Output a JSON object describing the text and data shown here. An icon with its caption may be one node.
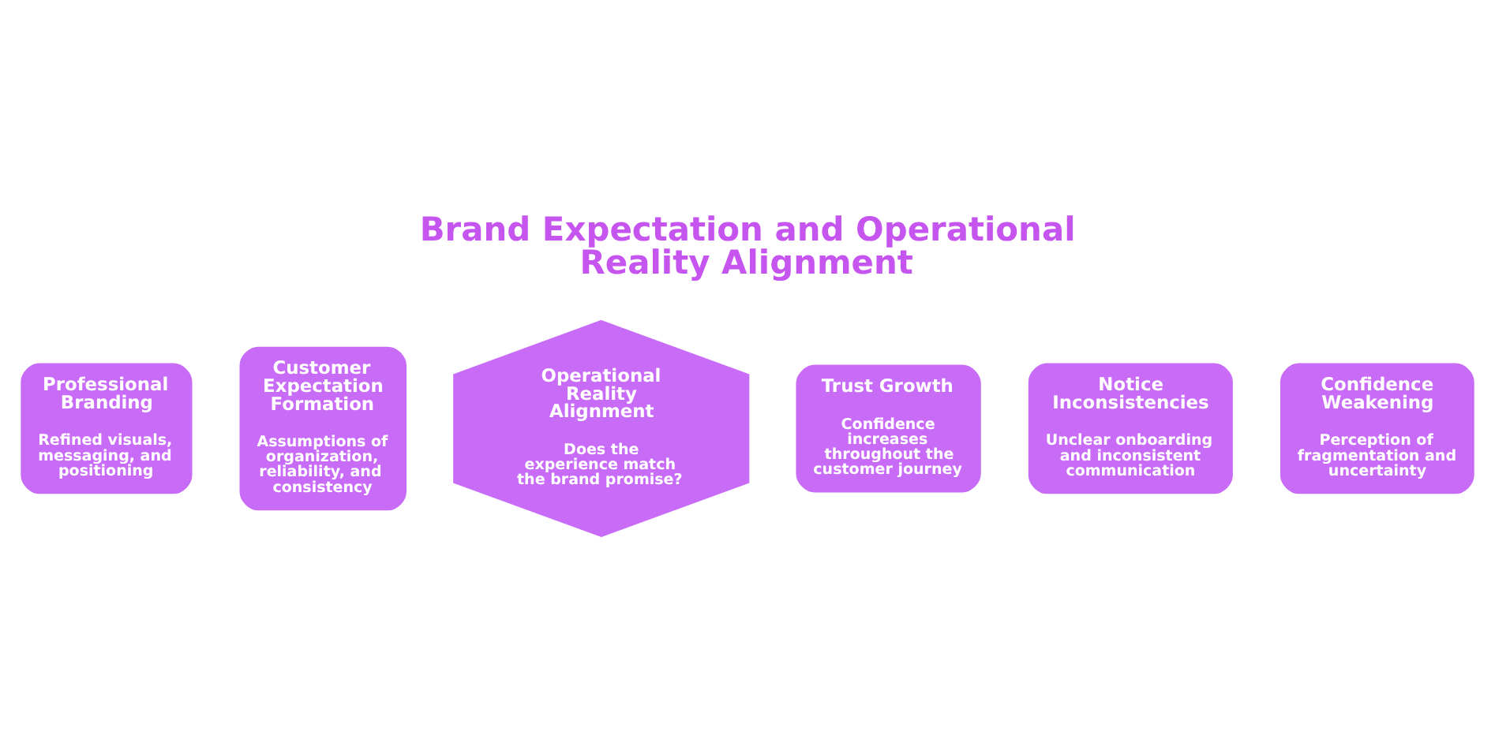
{
  "diagram": {
    "title": "Brand Expectation and Operational Reality Alignment",
    "nodes": [
      {
        "text": [
          "Professional Branding",
          "Refined visuals, messaging, and positioning"
        ]
      },
      {
        "text": [
          "Customer Expectation Formation",
          "Assumptions of organization, reliability, and consistency"
        ]
      },
      {
        "text": [
          "Operational Reality Alignment",
          "Does the experience match the brand promise?"
        ]
      },
      {
        "text": [
          "Trust Growth",
          "Confidence increases throughout the customer journey"
        ]
      },
      {
        "text": [
          "Notice Inconsistencies",
          "Unclear onboarding and inconsistent communication"
        ]
      },
      {
        "text": [
          "Confidence Weakening",
          "Perception of fragmentation and uncertainty"
        ]
      }
    ],
    "edges": []
  }
}
